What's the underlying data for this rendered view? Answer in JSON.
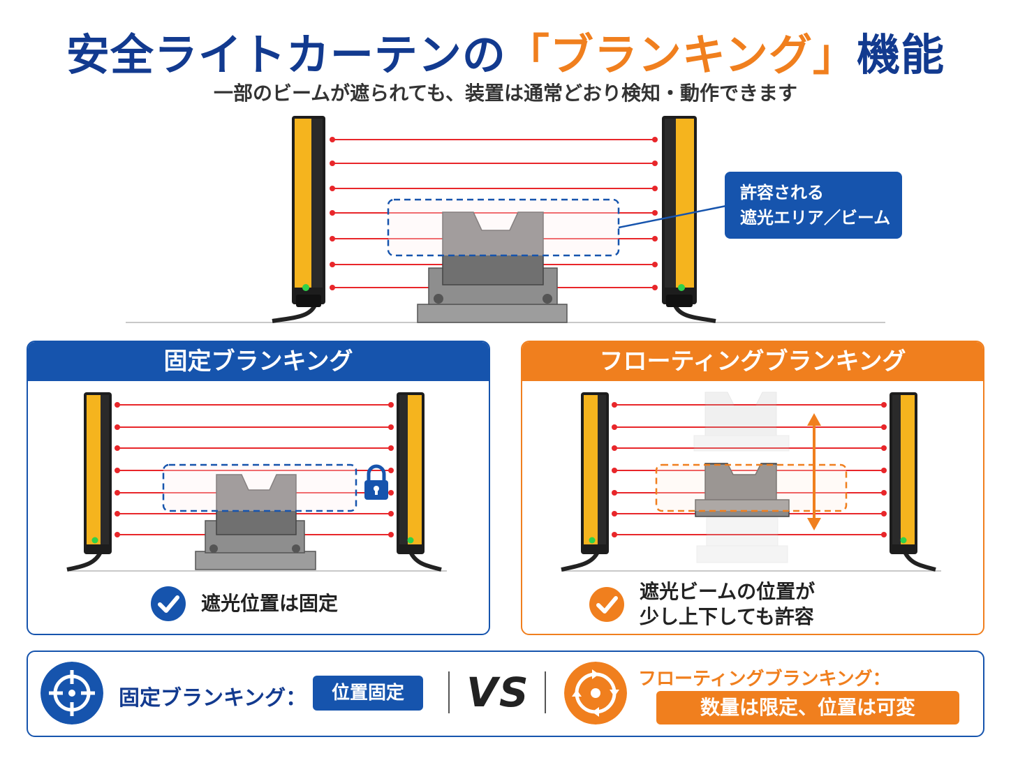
{
  "title": {
    "prefix": "安全ライトカーテンの",
    "highlight": "「ブランキング」",
    "suffix": "機能"
  },
  "subtitle": "一部のビームが遮られても、装置は通常どおり検知・動作できます",
  "callout": {
    "line1": "許容される",
    "line2": "遮光エリア／ビーム"
  },
  "fixed_panel": {
    "title": "固定ブランキング",
    "note": "遮光位置は固定",
    "icon": "lock-icon"
  },
  "floating_panel": {
    "title": "フローティングブランキング",
    "note_line1": "遮光ビームの位置が",
    "note_line2": "少し上下しても許容",
    "icon": "up-down-arrow-icon"
  },
  "comparison": {
    "left_label": "固定ブランキング：",
    "left_tag": "位置固定",
    "vs": "VS",
    "right_label": "フローティングブランキング：",
    "right_tag": "数量は限定、位置は可変",
    "left_icon": "crosshair-icon",
    "right_icon": "rotate-arrows-icon"
  },
  "colors": {
    "blue": "#1654ad",
    "navy": "#123a8f",
    "orange": "#f07f1e",
    "beam_red": "#e8262a",
    "curtain_yellow": "#f5b41e",
    "indicator_green": "#2fd14a"
  }
}
